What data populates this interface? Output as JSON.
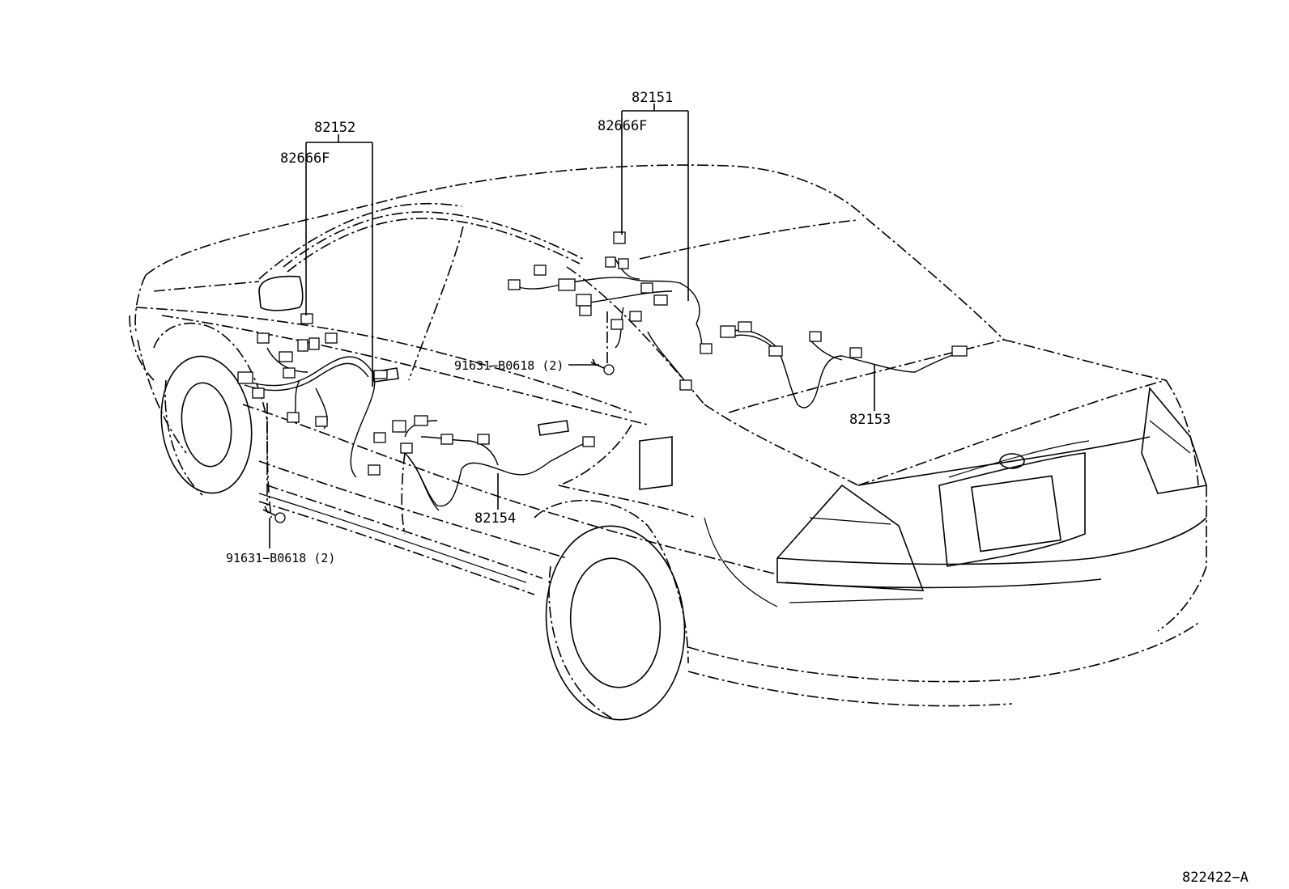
{
  "labels": {
    "part_82151": "82151",
    "part_82666f_upper": "82666F",
    "part_82152": "82152",
    "part_82666f_left": "82666F",
    "part_82153": "82153",
    "part_82154": "82154",
    "bolt_upper": "91631−B0618 (2)",
    "bolt_lower": "91631−B0618 (2)",
    "figure_id": "822422−A"
  }
}
